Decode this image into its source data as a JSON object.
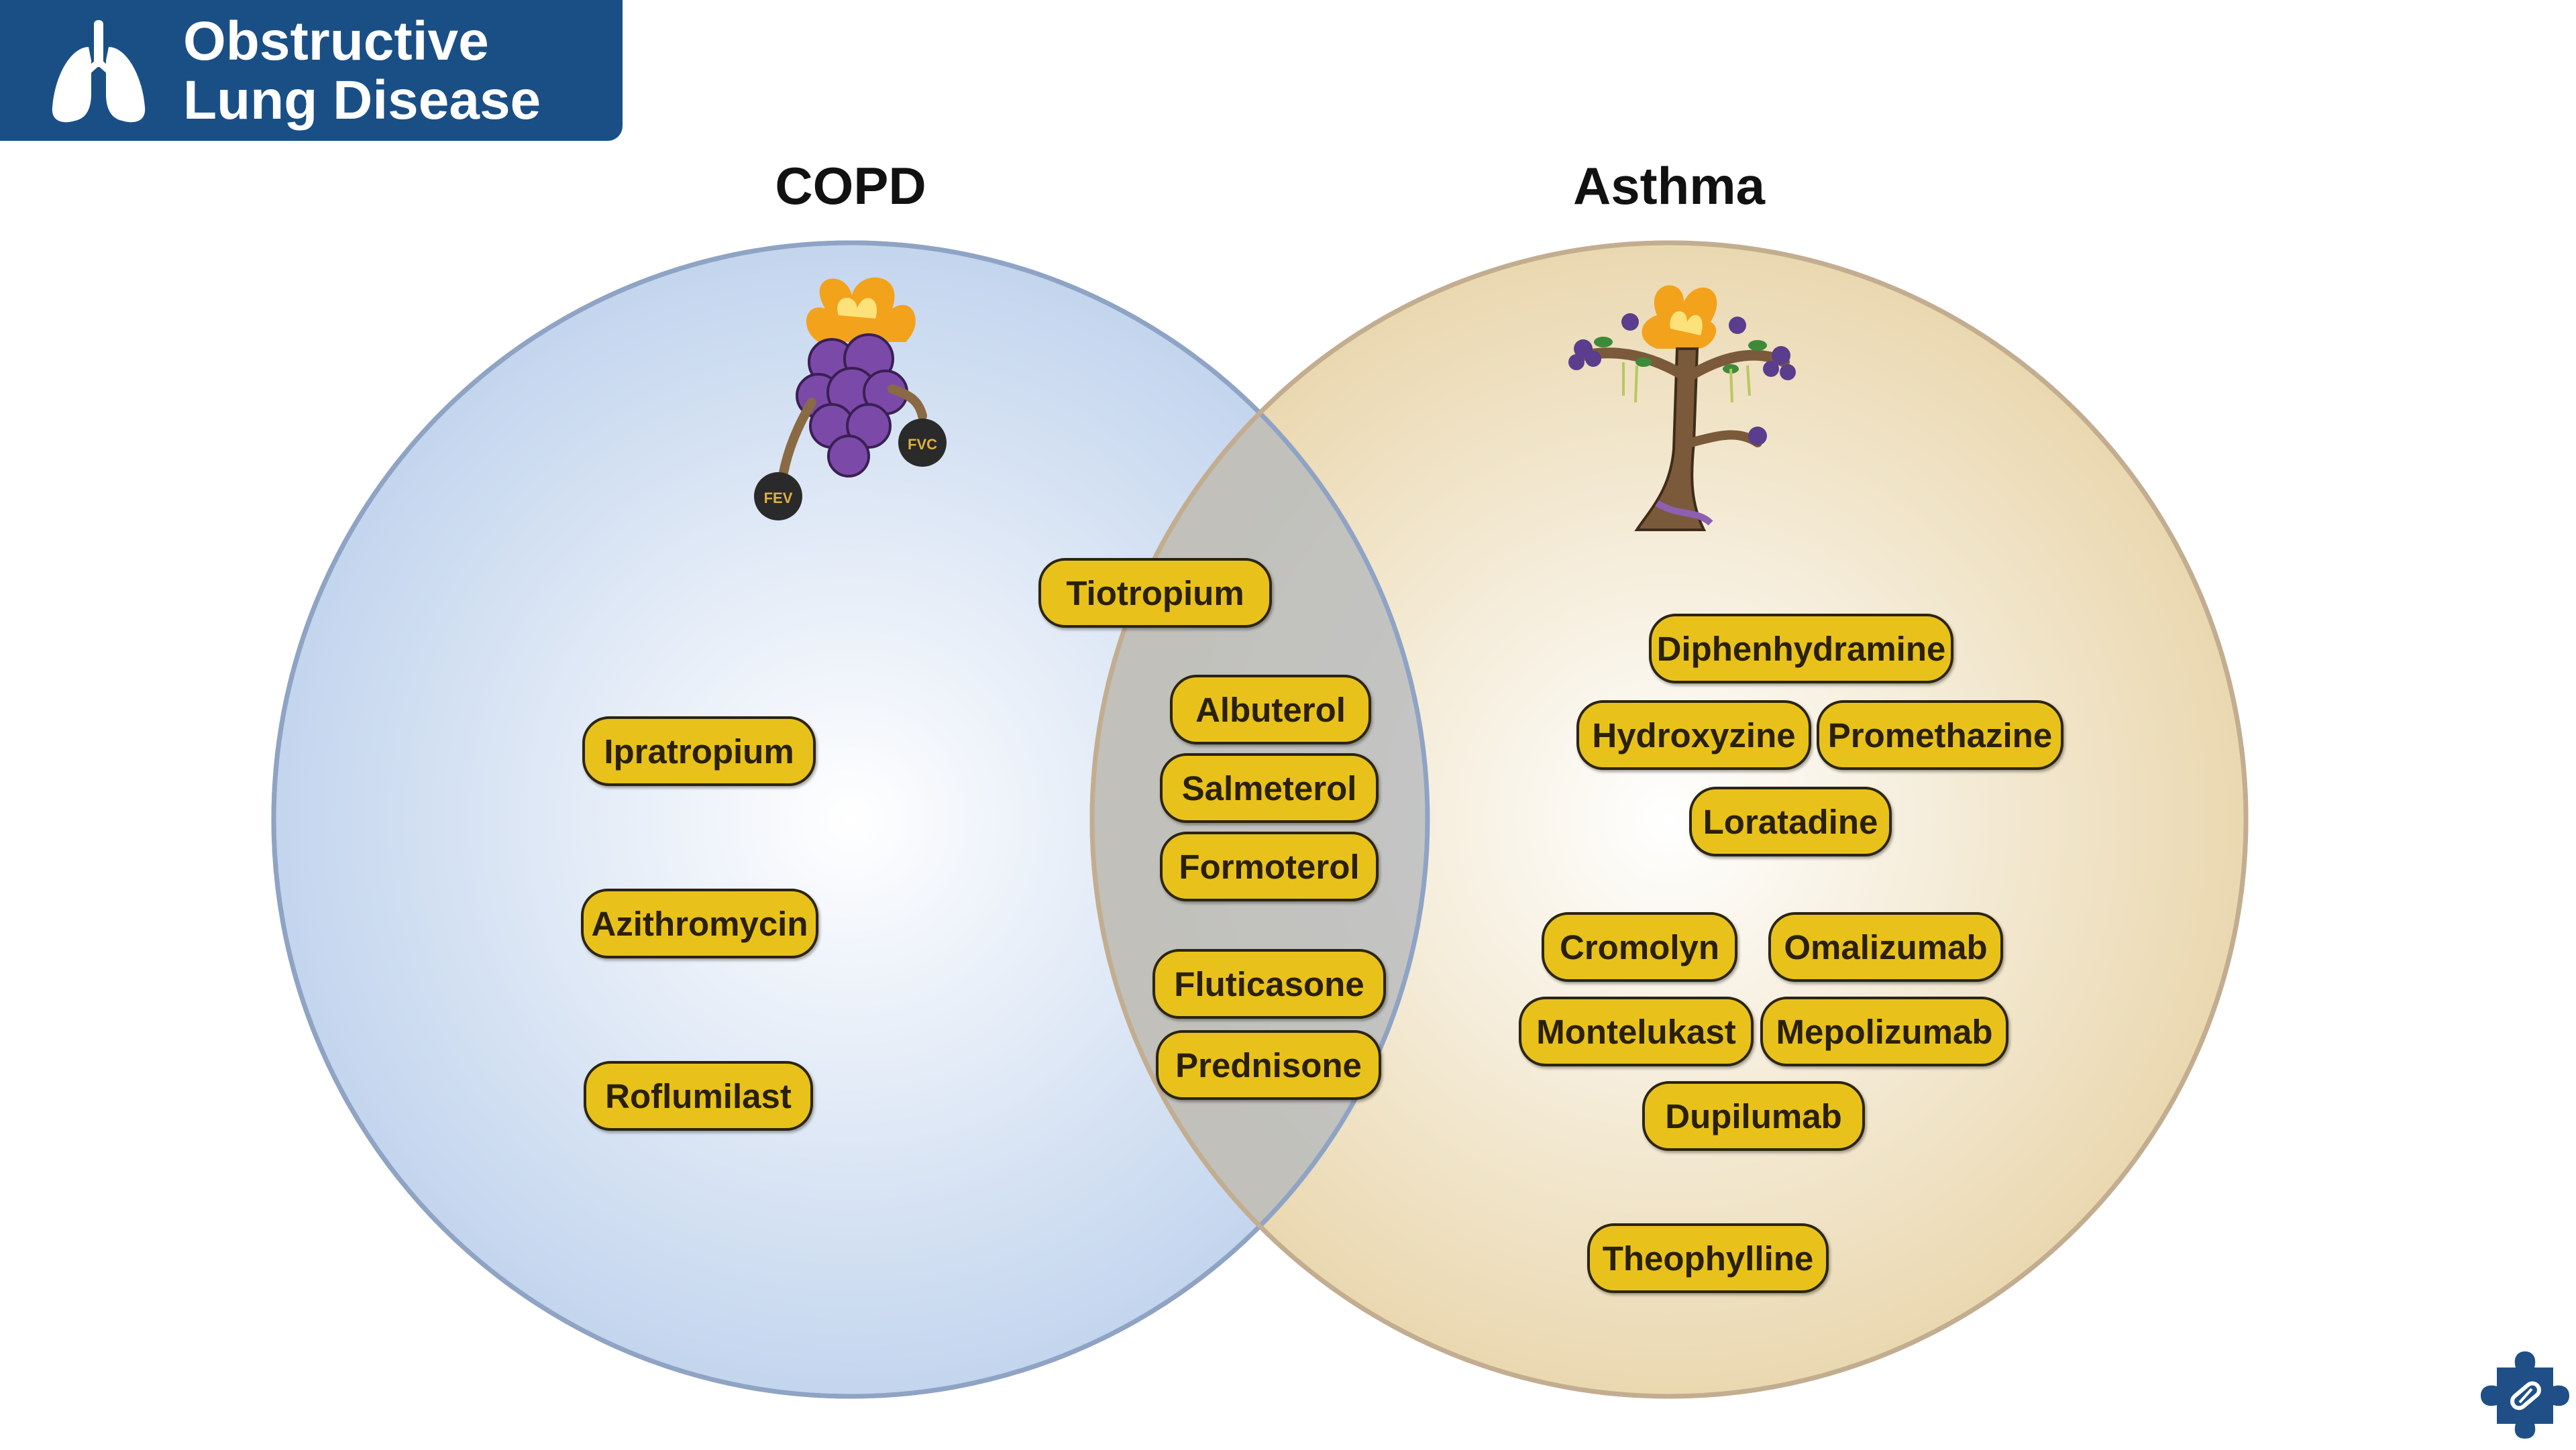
{
  "header": {
    "title": "Obstructive Lung Disease",
    "icon": "lungs-icon"
  },
  "diagram": {
    "type": "venn",
    "sets": [
      {
        "id": "copd",
        "label": "COPD",
        "color": "#c9d9ef"
      },
      {
        "id": "asthma",
        "label": "Asthma",
        "color": "#ecdcb8"
      }
    ],
    "copd_only": [
      "Ipratropium",
      "Azithromycin",
      "Roflumilast"
    ],
    "border_overlap": [
      "Tiotropium"
    ],
    "both": [
      "Albuterol",
      "Salmeterol",
      "Formoterol",
      "Fluticasone",
      "Prednisone"
    ],
    "asthma_only": [
      "Diphenhydramine",
      "Hydroxyzine",
      "Promethazine",
      "Loratadine",
      "Cromolyn",
      "Omalizumab",
      "Montelukast",
      "Mepolizumab",
      "Dupilumab",
      "Theophylline"
    ]
  },
  "mascots": {
    "copd": {
      "icon": "grape-monster-icon",
      "weights": [
        "FEV",
        "FVC"
      ]
    },
    "asthma": {
      "icon": "flaming-tree-monster-icon"
    }
  },
  "colors": {
    "header_bg": "#1a4f86",
    "pill_fill": "#e8c21b",
    "pill_border": "#2b2510"
  },
  "logo": {
    "icon": "puzzle-piece-logo-icon"
  }
}
